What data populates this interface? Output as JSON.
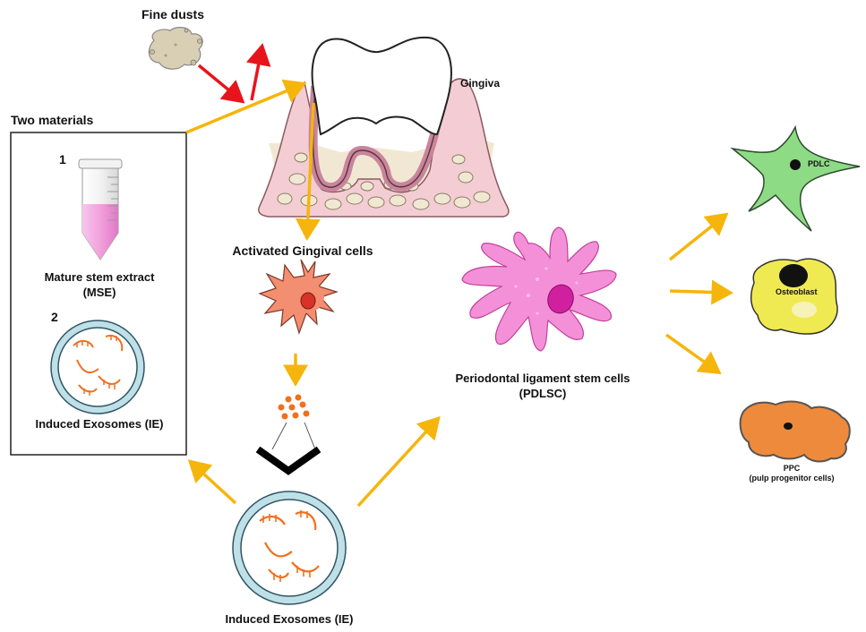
{
  "labels": {
    "fine_dusts": "Fine dusts",
    "two_materials": "Two materials",
    "item1_number": "1",
    "item2_number": "2",
    "mse_line1": "Mature stem  extract",
    "mse_line2": "(MSE)",
    "ie_box": "Induced Exosomes  (IE)",
    "gingiva": "Gingiva",
    "activated_cells": "Activated Gingival cells",
    "ie_bottom": "Induced Exosomes  (IE)",
    "pdlsc_line1": "Periodontal ligament stem cells",
    "pdlsc_line2": "(PDLSC)",
    "pdlc": "PDLC",
    "osteoblast": "Osteoblast",
    "ppc_line1": "PPC",
    "ppc_line2": "(pulp progenitor cells)"
  },
  "colors": {
    "arrow_yellow": "#f5b50c",
    "arrow_red": "#e8141c",
    "gum_pink": "#f3cdd3",
    "bone": "#f1e8d3",
    "gingival_cell": "#f48e70",
    "stem_cell": "#f490d8",
    "exosome_rna": "#f26f1c",
    "pdlc_green": "#8edb86",
    "osteoblast_yellow": "#f0ea52",
    "ppc_orange": "#ee8a3b",
    "tube_pink": "#f2a0dc"
  }
}
